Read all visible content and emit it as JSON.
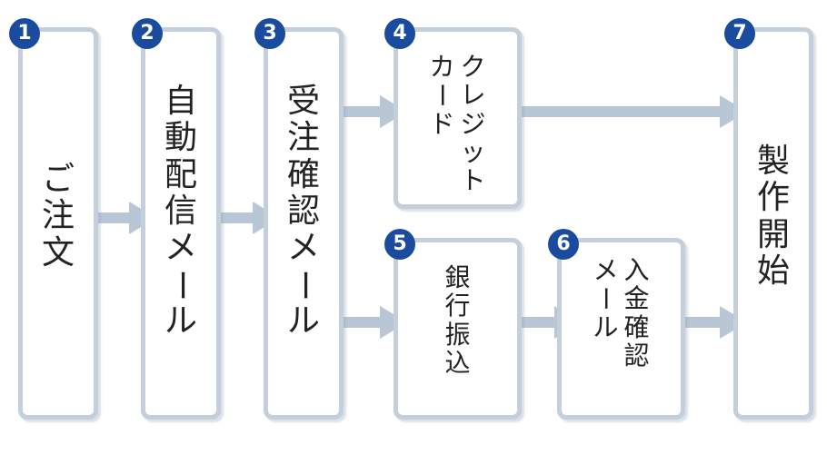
{
  "steps": [
    {
      "number": "1",
      "label": "ご注文"
    },
    {
      "number": "2",
      "label": "自動配信メール"
    },
    {
      "number": "3",
      "label": "受注確認メール"
    },
    {
      "number": "4",
      "label_lines": [
        "クレジット",
        "カード"
      ]
    },
    {
      "number": "5",
      "label": "銀行振込"
    },
    {
      "number": "6",
      "label_lines": [
        "入金確認",
        "メール"
      ]
    },
    {
      "number": "7",
      "label": "製作開始"
    }
  ],
  "colors": {
    "badge": "#1a4b9e",
    "box_border": "#c5cfdb",
    "arrow": "#b8c6d6",
    "text": "#222222"
  }
}
